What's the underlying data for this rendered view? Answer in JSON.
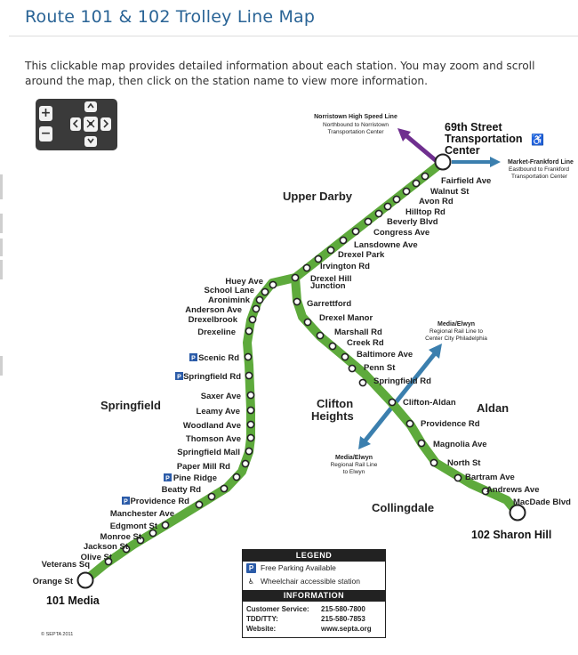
{
  "page": {
    "title": "Route 101 & 102 Trolley Line Map",
    "intro": "This clickable map provides detailed information about each station. You may zoom and scroll around the map, then click on the station name to view more information."
  },
  "zoom": {
    "zoom_in": "+",
    "zoom_out": "−",
    "icons": [
      "arrow-up-icon",
      "arrow-left-icon",
      "center-icon",
      "arrow-right-icon",
      "arrow-down-icon"
    ]
  },
  "colors": {
    "line_green": "#5eaa3c",
    "link_blue": "#2a6496",
    "purple": "#6f2f8f",
    "steel_blue": "#3b7fae",
    "parking_blue": "#2b5ba8"
  },
  "map": {
    "terminal": {
      "line1": "69th Street",
      "line2": "Transportation",
      "line3": "Center"
    },
    "nhsl": {
      "title": "Norristown High Speed Line",
      "sub1": "Northbound to Norristown",
      "sub2": "Transportation Center"
    },
    "mfl": {
      "title": "Market-Frankford Line",
      "sub1": "Eastbound to Frankford",
      "sub2": "Transportation Center"
    },
    "rail_ne": {
      "title": "Media/Elwyn",
      "sub1": "Regional Rail Line to",
      "sub2": "Center City Philadelphia"
    },
    "rail_sw": {
      "title": "Media/Elwyn",
      "sub1": "Regional Rail Line",
      "sub2": "to Elwyn"
    },
    "towns": {
      "upper_darby": "Upper Darby",
      "springfield": "Springfield",
      "clifton_1": "Clifton",
      "clifton_2": "Heights",
      "aldan": "Aldan",
      "collingdale": "Collingdale"
    },
    "terminus_101": "101 Media",
    "terminus_102": "102 Sharon Hill",
    "shared_stations": [
      "Fairfield Ave",
      "Walnut St",
      "Avon Rd",
      "Hilltop Rd",
      "Beverly Blvd",
      "Congress Ave",
      "Lansdowne Ave",
      "Drexel Park",
      "Irvington Rd"
    ],
    "junction_1": "Drexel Hill",
    "junction_2": "Junction",
    "route101_stations": [
      "Huey Ave",
      "School Lane",
      "Aronimink",
      "Anderson Ave",
      "Drexelbrook",
      "Drexeline",
      "Scenic Rd",
      "Springfield Rd",
      "Saxer Ave",
      "Leamy Ave",
      "Woodland Ave",
      "Thomson Ave",
      "Springfield Mall",
      "Paper Mill Rd",
      "Pine Ridge",
      "Beatty Rd",
      "Providence Rd",
      "Manchester Ave",
      "Edgmont St",
      "Monroe St",
      "Jackson St",
      "Olive St",
      "Veterans Sq",
      "Orange St"
    ],
    "route102_stations": [
      "Garrettford",
      "Drexel Manor",
      "Marshall Rd",
      "Creek Rd",
      "Baltimore Ave",
      "Penn St",
      "Springfield Rd",
      "Clifton-Aldan",
      "Providence Rd",
      "Magnolia Ave",
      "North St",
      "Bartram Ave",
      "Andrews Ave",
      "MacDade Blvd"
    ]
  },
  "legend": {
    "title": "LEGEND",
    "parking": "Free Parking Available",
    "accessible": "Wheelchair accessible station",
    "info_title": "INFORMATION",
    "rows": [
      {
        "label": "Customer Service:",
        "value": "215-580-7800"
      },
      {
        "label": "TDD/TTY:",
        "value": "215-580-7853"
      },
      {
        "label": "Website:",
        "value": "www.septa.org"
      }
    ]
  },
  "copyright": "© SEPTA 2011"
}
